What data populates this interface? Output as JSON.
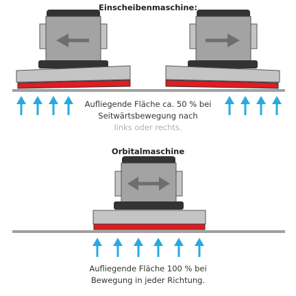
{
  "top": {
    "title": "Einscheibenmaschine:",
    "caption_line1": "Aufliegende Fläche ca. 50 % bei",
    "caption_line2": "Seitwärtsbewegung nach",
    "caption_line3": "links oder rechts."
  },
  "bottom": {
    "title": "Orbitalmaschine",
    "caption_line1": "Aufliegende Fläche 100 % bei",
    "caption_line2": "Bewegung in jeder Richtung."
  },
  "colors": {
    "floor": "#a0a0a0",
    "pad": "#e01b22",
    "arrow": "#29a9e1",
    "body_gray": "#a3a3a3",
    "dark": "#333333",
    "light_gray": "#c4c4c4"
  }
}
